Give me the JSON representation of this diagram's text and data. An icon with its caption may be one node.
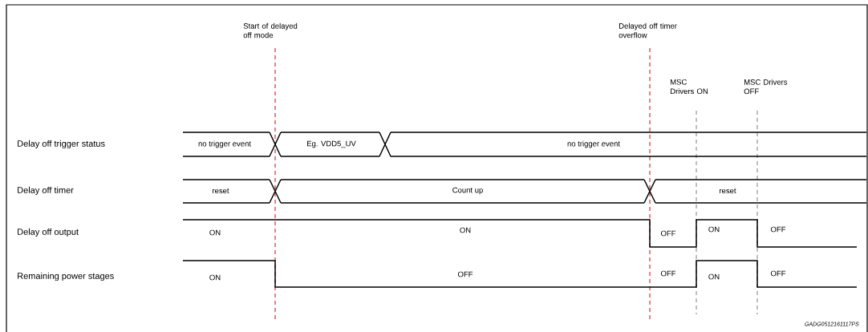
{
  "diagram": {
    "labels": [
      "Start of delayed off mode",
      "Delayed off timer overflow",
      "MSC Drivers ON",
      "MSC Drivers OFF",
      "Delay off trigger status",
      "no trigger event",
      "Eg. VDD5_UV",
      "no trigger event",
      "Delay off timer",
      "reset",
      "Count up",
      "reset",
      "Delay off output",
      "ON",
      "ON",
      "OFF",
      "ON",
      "OFF",
      "Remaining power stages",
      "ON",
      "OFF",
      "OFF",
      "ON",
      "OFF",
      "GADG0512161117PS"
    ]
  }
}
